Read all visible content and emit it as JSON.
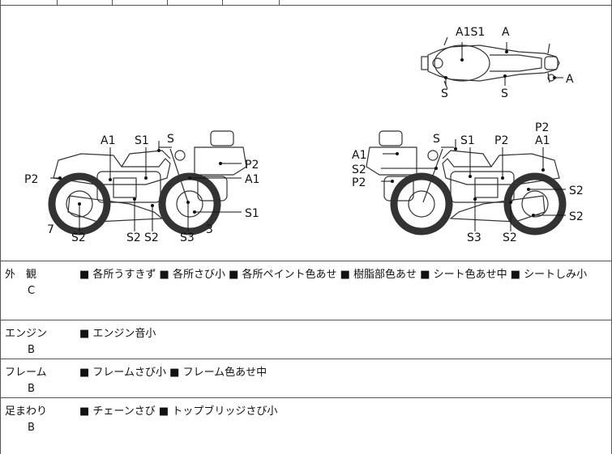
{
  "diagram": {
    "top_view": {
      "labels": [
        "A1S1",
        "A",
        "A",
        "S",
        "S"
      ]
    },
    "left_view": {
      "labels": [
        "A1",
        "S1",
        "S",
        "P2",
        "A1",
        "P2",
        "S1",
        "7",
        "S2",
        "S2",
        "S2",
        "S3",
        "3"
      ]
    },
    "right_view": {
      "labels": [
        "P2",
        "A1",
        "S",
        "S1",
        "P2",
        "A1",
        "S2",
        "P2",
        "S2",
        "S2",
        "S3",
        "S2"
      ]
    }
  },
  "sections": [
    {
      "name": "外　観",
      "grade": "C",
      "description": "■ 各所うすきず ■ 各所さび小 ■ 各所ペイント色あせ ■ 樹脂部色あせ ■ シート色あせ中 ■ シートしみ小"
    },
    {
      "name": "エンジン",
      "grade": "B",
      "description": "■ エンジン音小"
    },
    {
      "name": "フレーム",
      "grade": "B",
      "description": "■ フレームさび小 ■ フレーム色あせ中"
    },
    {
      "name": "足まわり",
      "grade": "B",
      "description": "■ チェーンさび ■ トップブリッジさび小"
    }
  ]
}
